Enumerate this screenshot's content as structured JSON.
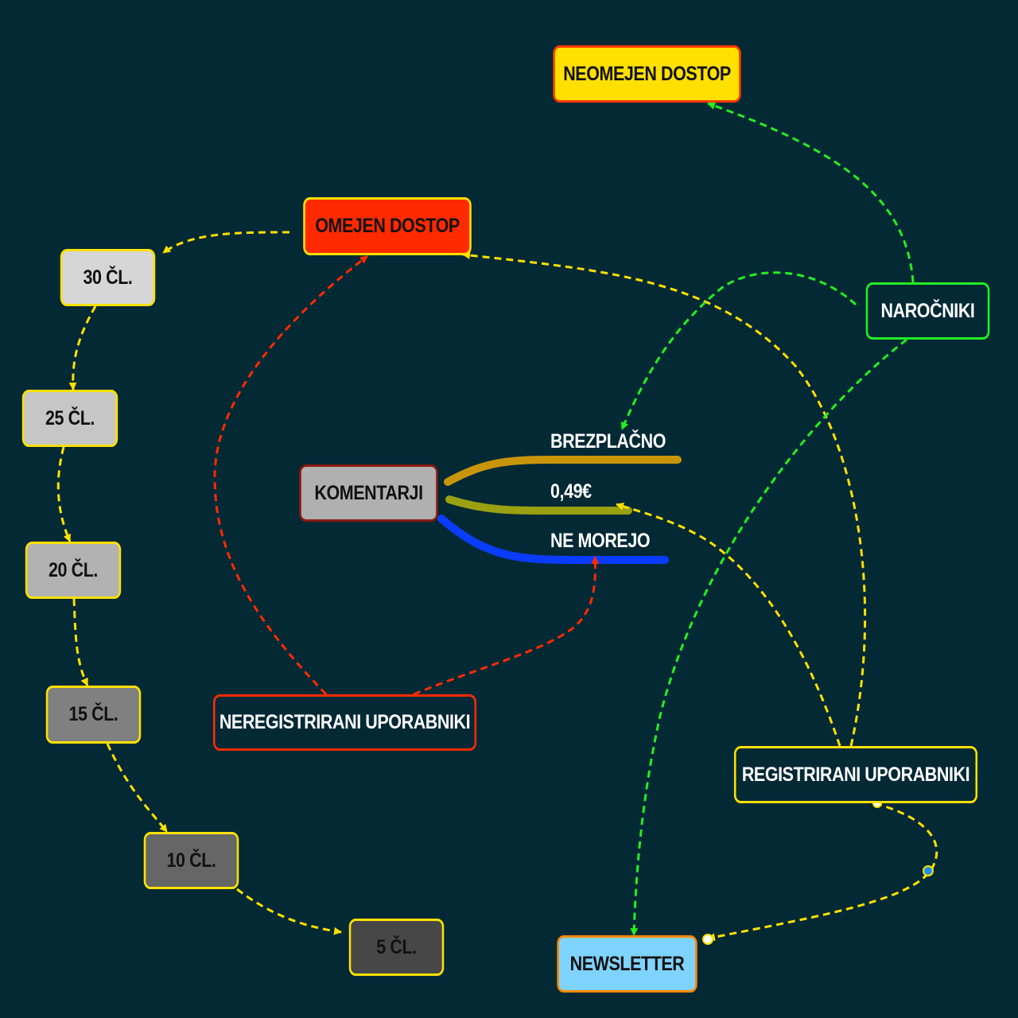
{
  "nodes": {
    "neomejen_dostop": "NEOMEJEN DOSTOP",
    "omejen_dostop": "OMEJEN DOSTOP",
    "narocniki": "NAROČNIKI",
    "komentarji": "KOMENTARJI",
    "neregistrirani": "NEREGISTRIRANI UPORABNIKI",
    "registrirani": "REGISTRIRANI UPORABNIKI",
    "newsletter": "NEWSLETTER",
    "c30": "30 ČL.",
    "c25": "25 ČL.",
    "c20": "20 ČL.",
    "c15": "15 ČL.",
    "c10": "10 ČL.",
    "c5": "5 ČL."
  },
  "branches": {
    "brezplacno": "BREZPLAČNO",
    "cena": "0,49€",
    "ne_morejo": "NE MOREJO"
  },
  "colors": {
    "background": "#032935",
    "edge_yellow": "#ffe000",
    "edge_green": "#22ee22",
    "edge_red": "#ff2a00",
    "branch_free": "#c8950a",
    "branch_paid": "#9aa010",
    "branch_none": "#0a3cff"
  },
  "edges": [
    {
      "from": "narocniki",
      "to": "neomejen_dostop",
      "color": "green"
    },
    {
      "from": "narocniki",
      "to": "brezplacno",
      "color": "green"
    },
    {
      "from": "narocniki",
      "to": "newsletter",
      "color": "green"
    },
    {
      "from": "registrirani",
      "to": "omejen_dostop",
      "color": "yellow"
    },
    {
      "from": "registrirani",
      "to": "cena",
      "color": "yellow"
    },
    {
      "from": "registrirani",
      "to": "newsletter",
      "color": "yellow"
    },
    {
      "from": "neregistrirani",
      "to": "omejen_dostop",
      "color": "red"
    },
    {
      "from": "neregistrirani",
      "to": "ne_morejo",
      "color": "red"
    },
    {
      "from": "omejen_dostop",
      "to": "c30",
      "color": "yellow"
    },
    {
      "from": "c30",
      "to": "c25",
      "color": "yellow"
    },
    {
      "from": "c25",
      "to": "c20",
      "color": "yellow"
    },
    {
      "from": "c20",
      "to": "c15",
      "color": "yellow"
    },
    {
      "from": "c15",
      "to": "c10",
      "color": "yellow"
    },
    {
      "from": "c10",
      "to": "c5",
      "color": "yellow"
    }
  ]
}
